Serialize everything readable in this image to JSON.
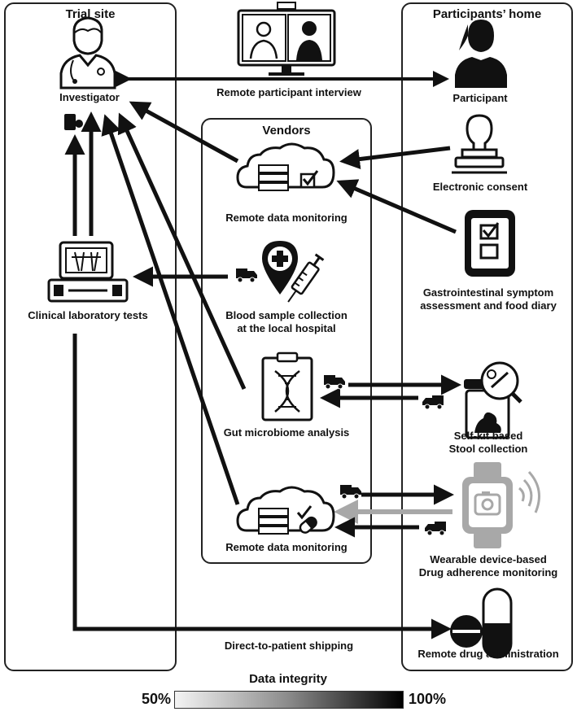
{
  "regions": {
    "trial_site": "Trial site",
    "vendors": "Vendors",
    "participants_home": "Participants’ home"
  },
  "nodes": {
    "investigator": "Investigator",
    "participant": "Participant",
    "econsent": "Electronic consent",
    "rdm_top": "Remote data monitoring",
    "gi_line1": "Gastrointestinal symptom",
    "gi_line2": "assessment and food diary",
    "clinical_lab": "Clinical laboratory tests",
    "blood_line1": "Blood sample collection",
    "blood_line2": "at the local hospital",
    "gut": "Gut microbiome analysis",
    "stool_line1": "Self-kit based",
    "stool_line2": "Stool collection",
    "rdm_bottom": "Remote data monitoring",
    "wearable_line1": "Wearable device-based",
    "wearable_line2": "Drug adherence monitoring",
    "remote_drug": "Remote drug administration"
  },
  "edges": {
    "interview": "Remote participant interview",
    "shipping": "Direct-to-patient shipping"
  },
  "legend": {
    "title": "Data integrity",
    "min": "50%",
    "max": "100%"
  }
}
